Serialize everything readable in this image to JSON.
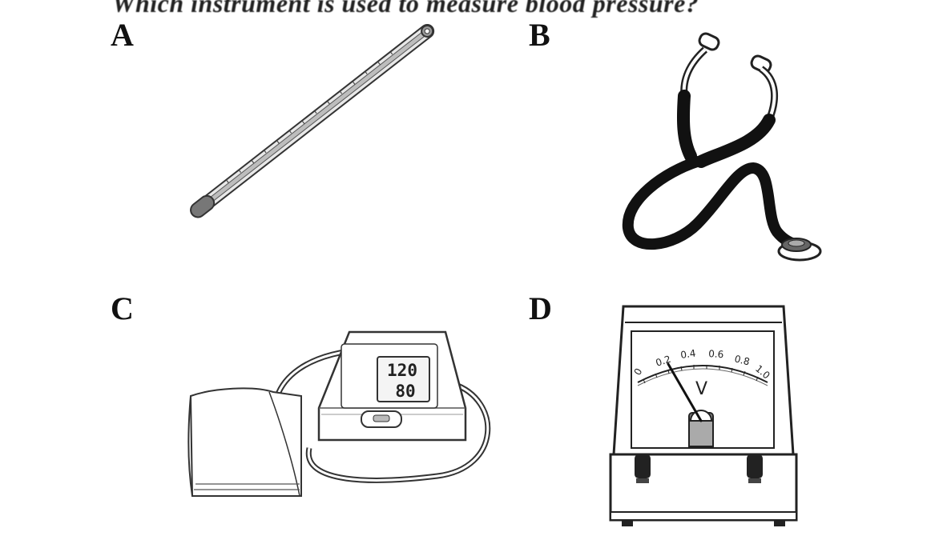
{
  "question": "Which instrument is used to measure blood pressure?",
  "options": [
    {
      "letter": "A",
      "icon": "thermometer-icon"
    },
    {
      "letter": "B",
      "icon": "stethoscope-icon"
    },
    {
      "letter": "C",
      "icon": "blood-pressure-monitor-icon"
    },
    {
      "letter": "D",
      "icon": "voltmeter-icon"
    }
  ],
  "monitor_display": {
    "systolic": "120",
    "diastolic": "80"
  },
  "voltmeter": {
    "unit": "V",
    "scale_labels": [
      "0",
      "0.2",
      "0.4",
      "0.6",
      "0.8",
      "1.0"
    ],
    "needle_value": 0.2
  }
}
